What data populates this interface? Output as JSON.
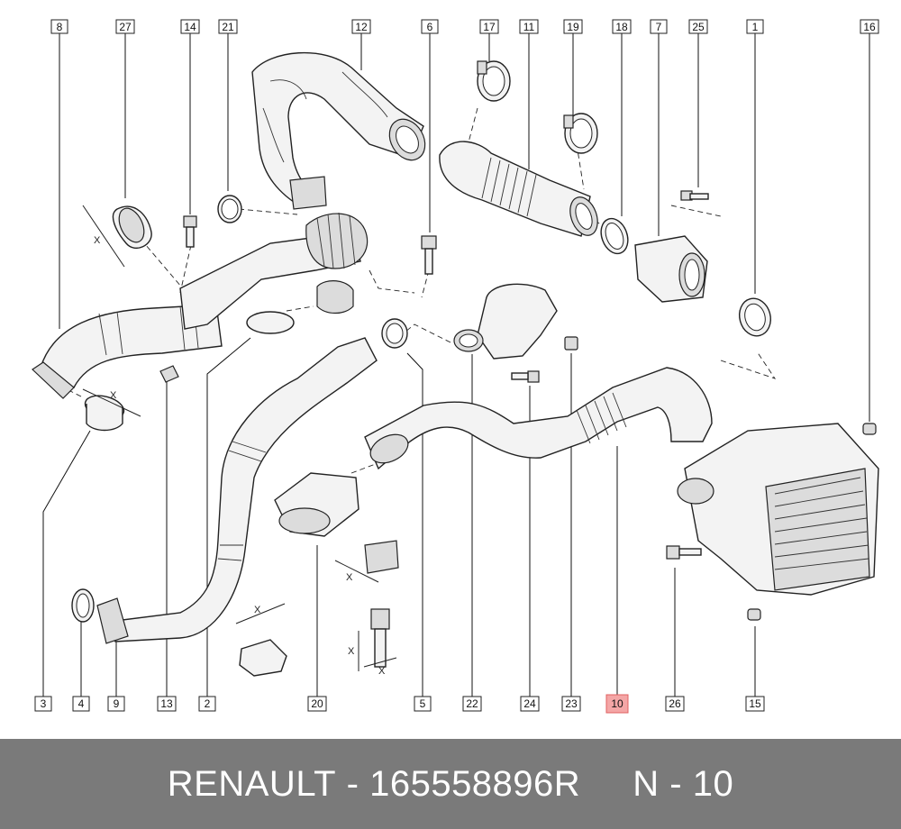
{
  "callouts_top": [
    "8",
    "27",
    "14",
    "21",
    "12",
    "6",
    "17",
    "11",
    "19",
    "18",
    "7",
    "25",
    "1",
    "16"
  ],
  "callouts_bottom": [
    "3",
    "4",
    "9",
    "13",
    "2",
    "20",
    "5",
    "22",
    "24",
    "23",
    "10",
    "26",
    "15"
  ],
  "highlighted_callout": "10",
  "highlight_color": "#f4a6a6",
  "dimension_label": "X",
  "footer": {
    "brand": "RENAULT",
    "separator": " - ",
    "part_number": "165558896R",
    "ref": "N - 10",
    "background": "#7a7a7a"
  }
}
